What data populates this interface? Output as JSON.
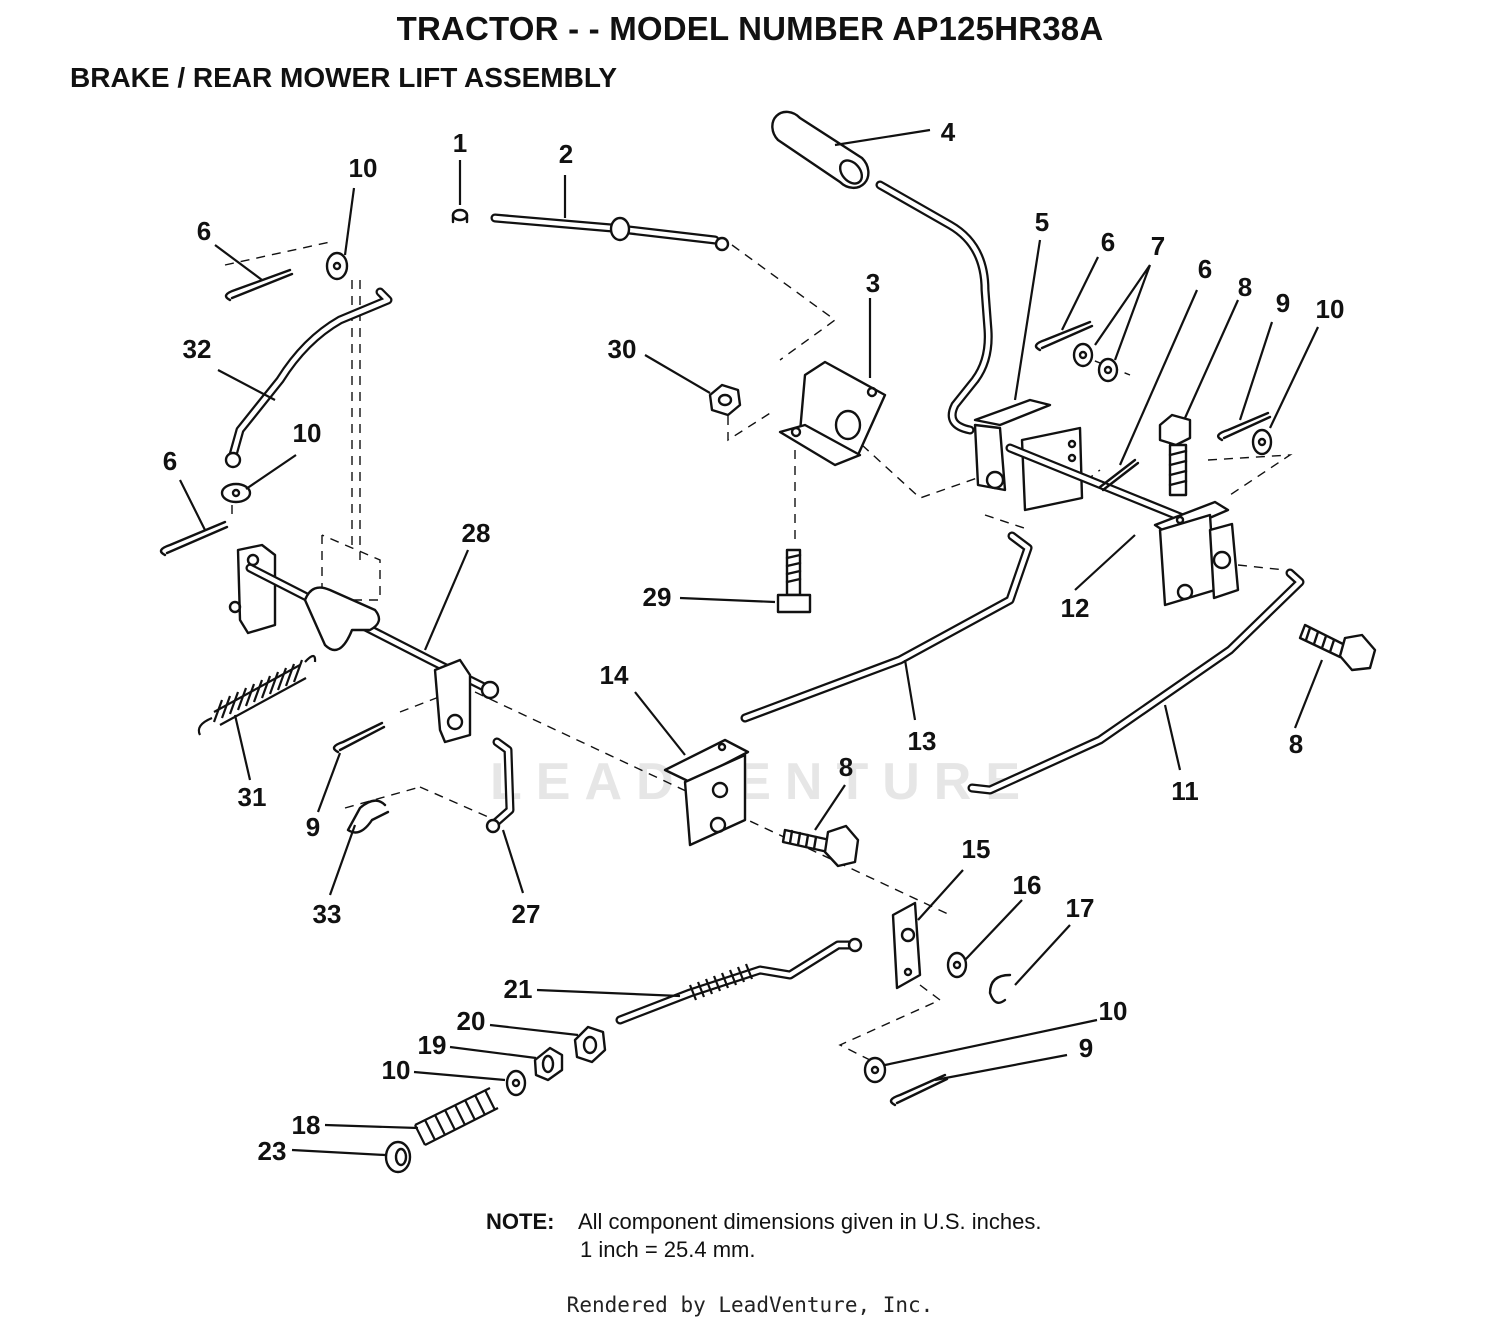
{
  "header": {
    "title": "TRACTOR - - MODEL NUMBER AP125HR38A",
    "subtitle": "BRAKE / REAR MOWER LIFT ASSEMBLY"
  },
  "callouts": {
    "c1": "1",
    "c2": "2",
    "c3": "3",
    "c4": "4",
    "c5": "5",
    "c6a": "6",
    "c6b": "6",
    "c6c": "6",
    "c6d": "6",
    "c7": "7",
    "c8a": "8",
    "c8b": "8",
    "c8c": "8",
    "c9a": "9",
    "c9b": "9",
    "c9c": "9",
    "c10a": "10",
    "c10b": "10",
    "c10c": "10",
    "c10d": "10",
    "c10e": "10",
    "c11": "11",
    "c12": "12",
    "c13": "13",
    "c14": "14",
    "c15": "15",
    "c16": "16",
    "c17": "17",
    "c18": "18",
    "c19": "19",
    "c20": "20",
    "c21": "21",
    "c23": "23",
    "c27": "27",
    "c28": "28",
    "c29": "29",
    "c30": "30",
    "c31": "31",
    "c32": "32",
    "c33": "33"
  },
  "note": {
    "label": "NOTE:",
    "line1": "All component dimensions given in U.S. inches.",
    "line2": "1 inch = 25.4 mm."
  },
  "watermark": "LEADVENTURE",
  "footer": "Rendered by LeadVenture, Inc."
}
